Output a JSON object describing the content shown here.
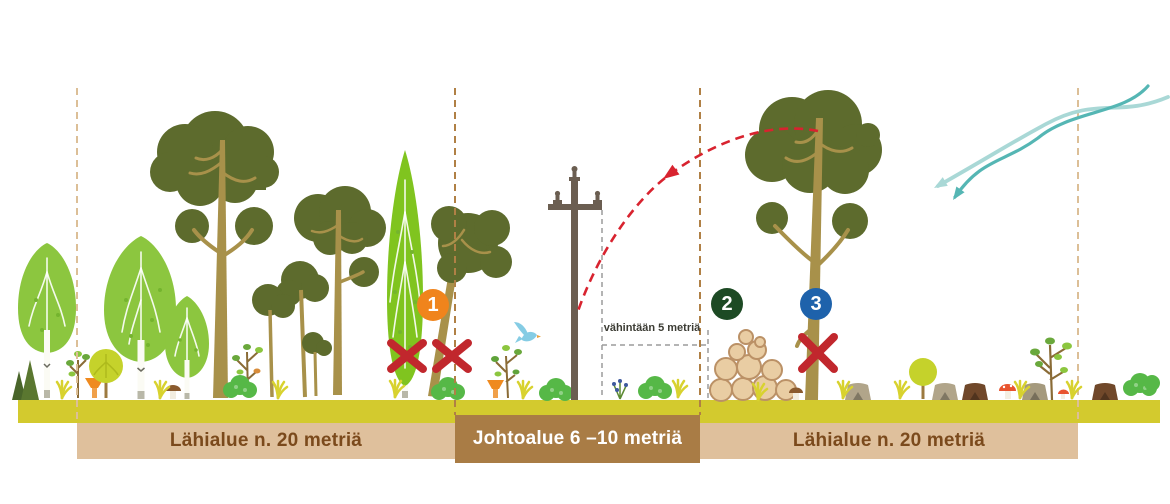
{
  "zones": {
    "near_left": {
      "label": "Lähialue n. 20 metriä"
    },
    "line_area": {
      "label": "Johtoalue 6 –10 metriä"
    },
    "near_right": {
      "label": "Lähialue n. 20 metriä"
    }
  },
  "measurement": {
    "label": "vähintään 5 metriä"
  },
  "markers": [
    {
      "number": "1",
      "color": "#f0841c"
    },
    {
      "number": "2",
      "color": "#1d4a24"
    },
    {
      "number": "3",
      "color": "#1e62ab"
    }
  ],
  "icons": [
    "wind-arrows-icon",
    "bird-icon",
    "falling-tree-arc",
    "x-mark",
    "power-pole",
    "wood-pile"
  ],
  "colors": {
    "ground_band": "#d3ca2e",
    "zone_bar_tan": "#dfc09c",
    "zone_bar_brown": "#a97c45",
    "zone_text_brown": "#7b4a1c",
    "pine_green": "#5d6b2d",
    "pine_trunk": "#a8914a",
    "birch_green": "#8cc63f",
    "columnar_green": "#80c41f",
    "round_green": "#c5d22b",
    "bush_green": "#56b847",
    "stump_gray": "#b1a58a",
    "stump_brown": "#70482a",
    "log_fill": "#e9cda3",
    "log_ring": "#bb9166",
    "pole_brown": "#6b5e51",
    "x_red": "#c1272d",
    "arc_red": "#d8232f",
    "dashed_tan": "#dcbf97",
    "dashed_brown": "#b08045",
    "dashed_gray": "#9b9b9b",
    "wind_teal": "#55b6b4",
    "wind_teal_light": "#a9d8d6",
    "bird_blue": "#85cce4",
    "badge1_orange": "#f0841c",
    "badge2_green": "#1d4a24",
    "badge3_blue": "#1e62ab",
    "grass_tuft": "#d8d22f",
    "measure_text": "#3c3c34"
  }
}
